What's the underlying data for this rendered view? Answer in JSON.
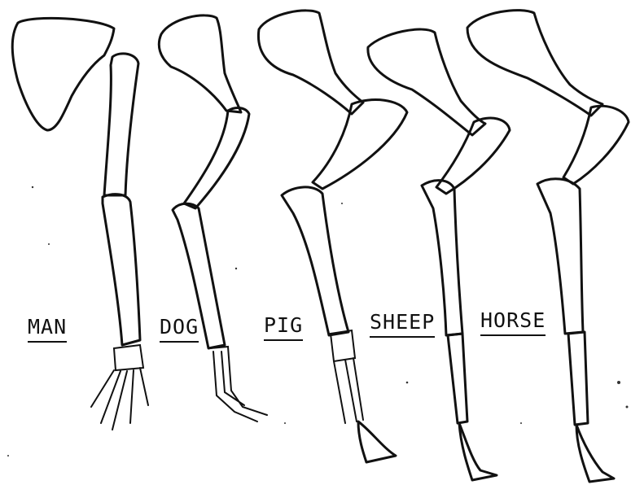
{
  "labels": {
    "man": "MAN",
    "dog": "DOG",
    "pig": "PIG",
    "sheep": "SHEEP",
    "horse": "HORSE"
  },
  "colors": {
    "ink": "#111111",
    "paper": "#ffffff"
  }
}
